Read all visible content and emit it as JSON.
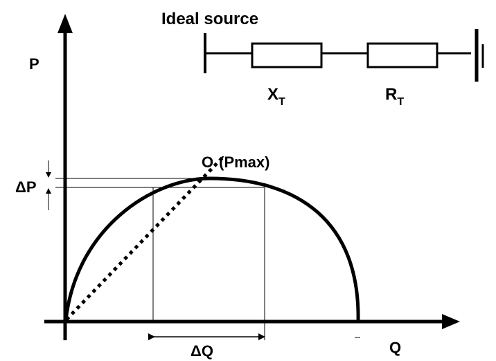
{
  "diagram": {
    "title": "Ideal source",
    "axes": {
      "y_label": "P",
      "x_label": "Q"
    },
    "circuit": {
      "components": [
        {
          "main": "X",
          "sub": "T"
        },
        {
          "main": "R",
          "sub": "T"
        }
      ]
    },
    "curve": {
      "point_label": "O",
      "point_annotation": "(Pmax)"
    },
    "delta_p_label": "ΔP",
    "delta_q_label": "ΔQ"
  }
}
